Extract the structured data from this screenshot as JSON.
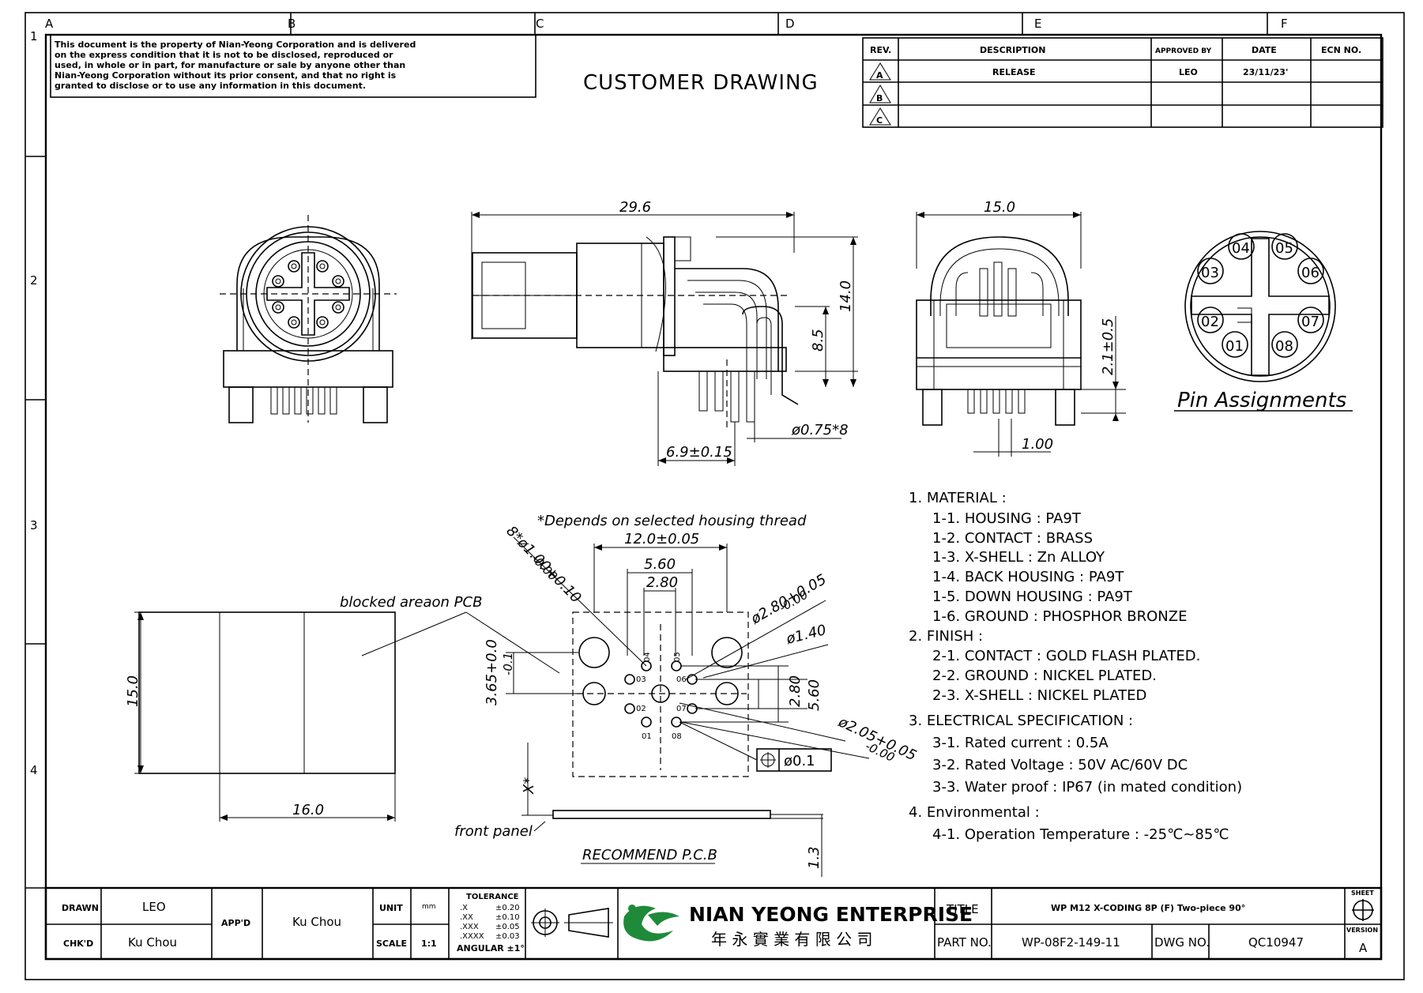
{
  "notice": [
    "This document is the property of Nian-Yeong Corporation and is delivered",
    "on the express condition that it is not to be disclosed, reproduced or",
    "used, in whole or in part, for manufacture or sale by anyone other than",
    "Nian-Yeong Corporation without its prior consent, and that no right is",
    "granted to disclose or to use any information in this document."
  ],
  "drawing_type": "CUSTOMER  DRAWING",
  "grid_columns": [
    "A",
    "B",
    "C",
    "D",
    "E",
    "F"
  ],
  "grid_rows": [
    "1",
    "2",
    "3",
    "4"
  ],
  "revision_table": {
    "headers": [
      "REV.",
      "DESCRIPTION",
      "APPROVED BY",
      "DATE",
      "ECN NO."
    ],
    "rows": [
      {
        "rev": "A",
        "description": "RELEASE",
        "approved": "LEO",
        "date": "23/11/23'",
        "ecn": ""
      },
      {
        "rev": "B",
        "description": "",
        "approved": "",
        "date": "",
        "ecn": ""
      },
      {
        "rev": "C",
        "description": "",
        "approved": "",
        "date": "",
        "ecn": ""
      }
    ]
  },
  "dimensions": {
    "side_length": "29.6",
    "side_height": "14.0",
    "side_pin_height": "8.5",
    "side_offset": "6.9±0.15",
    "side_pin_dia": "ø0.75*8",
    "rear_width": "15.0",
    "rear_pin_len": "2.1±0.5",
    "rear_pitch": "1.00",
    "pcb_width_top": "12.0±0.05",
    "pcb_5_60": "5.60",
    "pcb_2_80": "2.80",
    "pcb_hole8": "8*ø1.00+0.10",
    "pcb_hole8_tol": "-0.00",
    "pcb_large": "ø2.80+0.05",
    "pcb_large_tol": "-0.00",
    "pcb_mid": "ø1.40",
    "pcb_small": "ø2.05+0.05",
    "pcb_small_tol": "-0.00",
    "pcb_vert_280": "2.80",
    "pcb_vert_560": "5.60",
    "pcb_365": "3.65+0.0",
    "pcb_365_tol": "-0.1",
    "pcb_x": "X*",
    "pcb_tol_frame": "ø0.1",
    "panel_13": "1.3",
    "block_h": "15.0",
    "block_w": "16.0"
  },
  "pin_labels": [
    "04",
    "05",
    "03",
    "06",
    "02",
    "07",
    "01",
    "08"
  ],
  "pcb_pin_labels": [
    "04",
    "05",
    "03",
    "06",
    "02",
    "07",
    "01",
    "08"
  ],
  "pin_assignments_label": "Pin Assignments",
  "housing_note": "*Depends on selected housing thread",
  "blocked_label": "blocked areaon PCB",
  "front_panel_label": "front panel",
  "recommend_label": "RECOMMEND P.C.B",
  "spec": [
    "1.  MATERIAL :",
    "1-1.  HOUSING  :  PA9T",
    "1-2.  CONTACT  :  BRASS",
    "1-3.  X-SHELL  :  Zn  ALLOY",
    "1-4.  BACK  HOUSING  :  PA9T",
    "1-5.  DOWN  HOUSING  :  PA9T",
    "1-6.  GROUND  :  PHOSPHOR  BRONZE",
    "2.  FINISH :",
    "2-1.  CONTACT  :  GOLD  FLASH  PLATED.",
    "2-2.  GROUND  :  NICKEL  PLATED.",
    "2-3.  X-SHELL  :  NICKEL  PLATED",
    "3.  ELECTRICAL  SPECIFICATION  :",
    "3-1.  Rated  current  :  0.5A",
    "3-2.  Rated  Voltage  :  50V  AC/60V  DC",
    "3-3.  Water  proof  :  IP67  (in  mated  condition)",
    "4.  Environmental  :",
    "4-1.  Operation  Temperature  :  -25℃~85℃"
  ],
  "title_block": {
    "drawn_label": "DRAWN",
    "drawn_value": "LEO",
    "chkd_label": "CHK'D",
    "chkd_value": "Ku Chou",
    "appd_label": "APP'D",
    "appd_value": "Ku Chou",
    "unit_label": "UNIT",
    "unit_value": "mm",
    "scale_label": "SCALE",
    "scale_value": "1:1",
    "tolerance_title": "TOLERANCE",
    "tolerance_rows": [
      {
        "k": ".X",
        "v": "±0.20"
      },
      {
        "k": ".XX",
        "v": "±0.10"
      },
      {
        "k": ".XXX",
        "v": "±0.05"
      },
      {
        "k": ".XXXX",
        "v": "±0.03"
      }
    ],
    "angular": "ANGULAR   ±1°",
    "company_en": "NIAN YEONG ENTERPRISE",
    "company_zh": "年 永 實 業 有 限 公 司",
    "title_label": "TITLE",
    "title_value": "WP M12 X-CODING 8P (F)  Two-piece  90°",
    "partno_label": "PART NO.",
    "partno_value": "WP-08F2-149-11",
    "dwgno_label": "DWG NO.",
    "dwgno_value": "QC10947",
    "sheet_label": "SHEET",
    "version_label": "VERSION",
    "version_value": "A"
  }
}
